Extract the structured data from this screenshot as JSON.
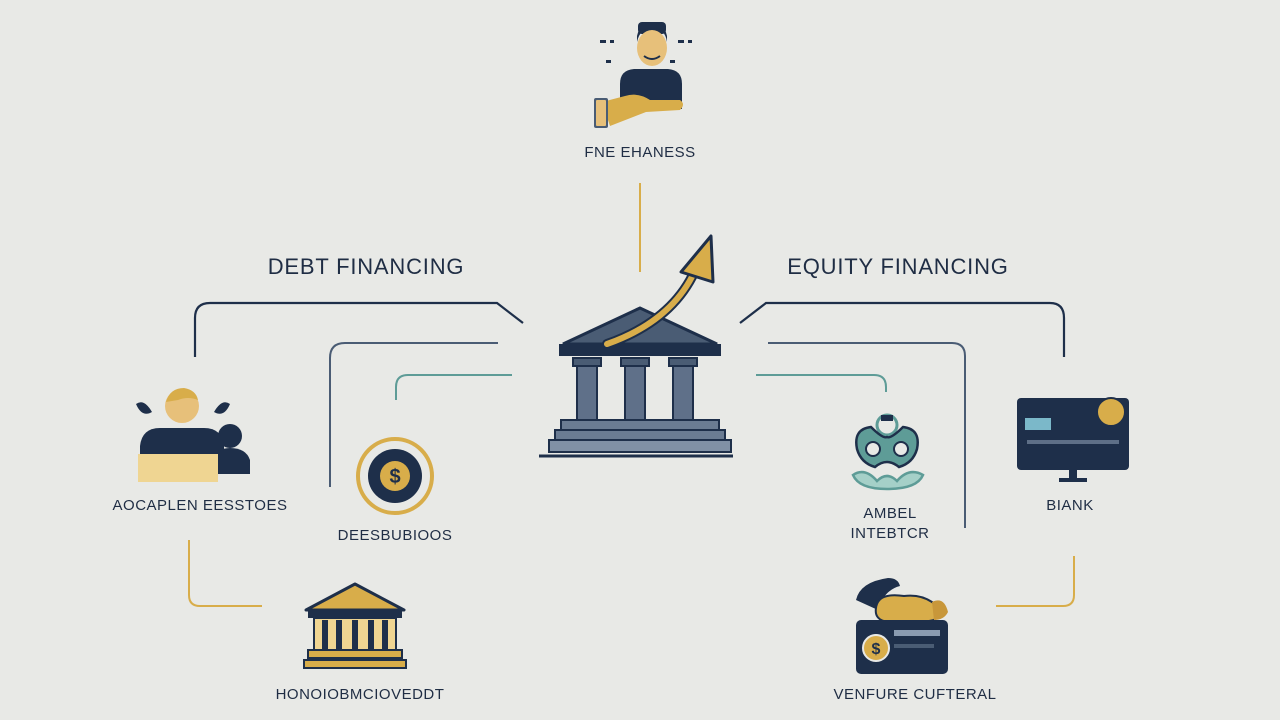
{
  "colors": {
    "navy": "#1e2f4a",
    "slate": "#4a5c74",
    "gold": "#d8ad4a",
    "teal": "#5e9c97",
    "background": "#e8e9e6"
  },
  "top": {
    "label": "FNE EHANESS",
    "icon": "person-offering-hand-icon"
  },
  "center": {
    "icon": "bank-building-growth-icon"
  },
  "left": {
    "heading": "DEBT FINANCING"
  },
  "right": {
    "heading": "EQUITY FINANCING"
  },
  "nodes": {
    "investors": {
      "label": "AOCAPLEN EESSTOES",
      "icon": "group-of-people-icon"
    },
    "coin": {
      "label": "DEESBUBIOOS",
      "icon": "dollar-coin-icon"
    },
    "bank_small": {
      "label": "HONOIOBMCIOVEDDT",
      "icon": "bank-icon"
    },
    "angel": {
      "label_line1": "AMBEL",
      "label_line2": "INTEBTCR",
      "icon": "angel-investor-icon"
    },
    "bank": {
      "label": "BIANK",
      "icon": "computer-monitor-icon"
    },
    "venture": {
      "label": "VENFURE CUFTERAL",
      "icon": "money-bag-card-icon"
    }
  }
}
